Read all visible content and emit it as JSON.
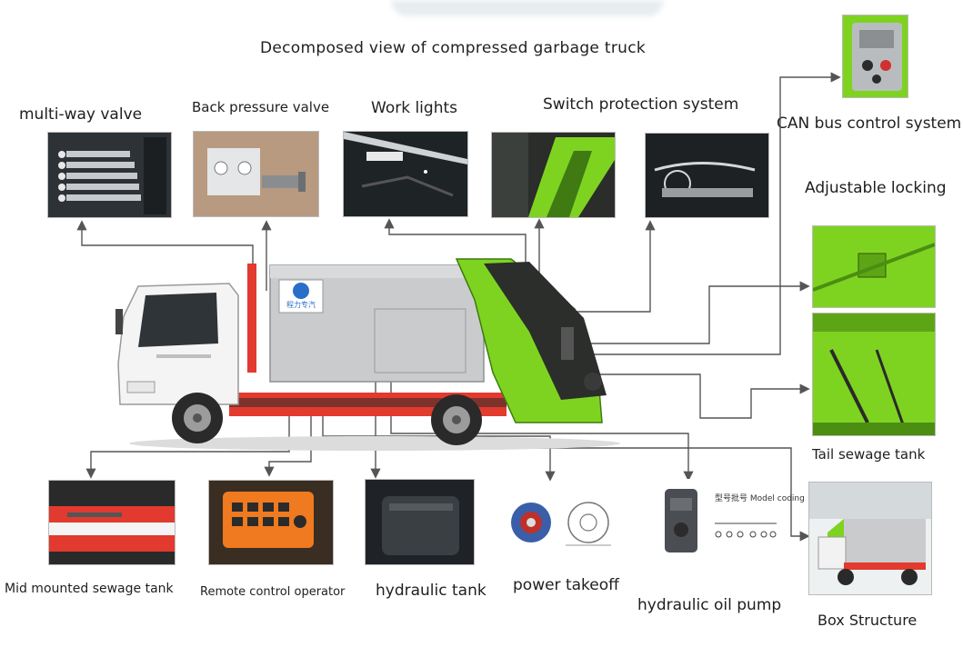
{
  "title": "Decomposed view of compressed garbage truck",
  "truck_logo_text": "程力专汽",
  "callouts": [
    {
      "id": "multi-way-valve",
      "label": "multi-way valve"
    },
    {
      "id": "back-pressure-valve",
      "label": "Back pressure valve"
    },
    {
      "id": "work-lights",
      "label": "Work lights"
    },
    {
      "id": "switch-protection-system",
      "label": "Switch protection system"
    },
    {
      "id": "can-bus-control-system",
      "label": "CAN bus control system"
    },
    {
      "id": "adjustable-locking",
      "label": "Adjustable locking"
    },
    {
      "id": "tail-sewage-tank",
      "label": "Tail sewage tank"
    },
    {
      "id": "mid-mounted-sewage-tank",
      "label": "Mid mounted sewage tank"
    },
    {
      "id": "remote-control-operator",
      "label": "Remote control operator"
    },
    {
      "id": "hydraulic-tank",
      "label": "hydraulic tank"
    },
    {
      "id": "power-takeoff",
      "label": "power takeoff"
    },
    {
      "id": "hydraulic-oil-pump",
      "label": "hydraulic oil pump"
    },
    {
      "id": "box-structure",
      "label": "Box Structure"
    }
  ],
  "pump_caption": "型号批号 Model coding",
  "colors": {
    "accent_green": "#7ed321",
    "connector": "#555555",
    "cab_white": "#f4f4f4",
    "box_grey": "#c9cbcd",
    "stripe_red": "#e23a2e"
  }
}
